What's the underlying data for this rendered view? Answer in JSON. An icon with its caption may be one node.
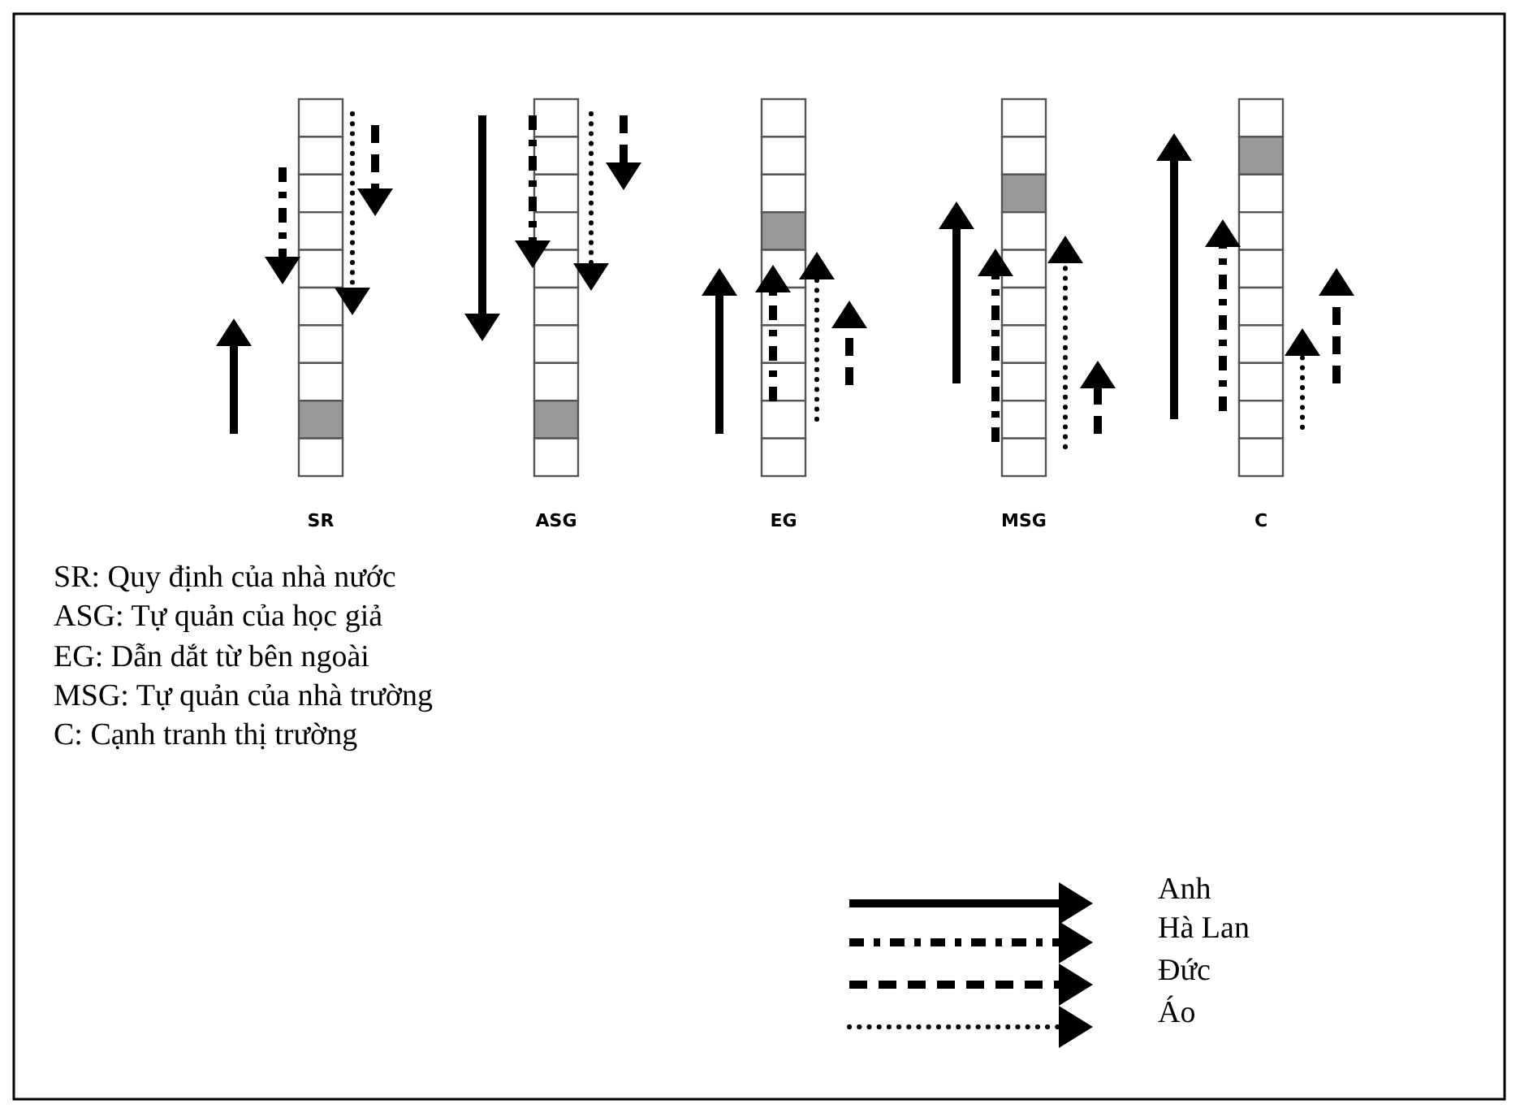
{
  "diagram": {
    "labels": [
      "SR",
      "ASG",
      "EG",
      "MSG",
      "C",
      "SR: Quy định của nhà nước",
      "ASG: Tự quản của học giả",
      "EG: Dẫn dắt từ bên ngoài",
      "MSG: Tự quản của nhà trường",
      "C: Cạnh tranh thị trường"
    ],
    "legend": [
      {
        "text": "Anh"
      },
      {
        "text": "Hà Lan"
      },
      {
        "text": "Đức"
      },
      {
        "text": "Áo"
      }
    ]
  }
}
